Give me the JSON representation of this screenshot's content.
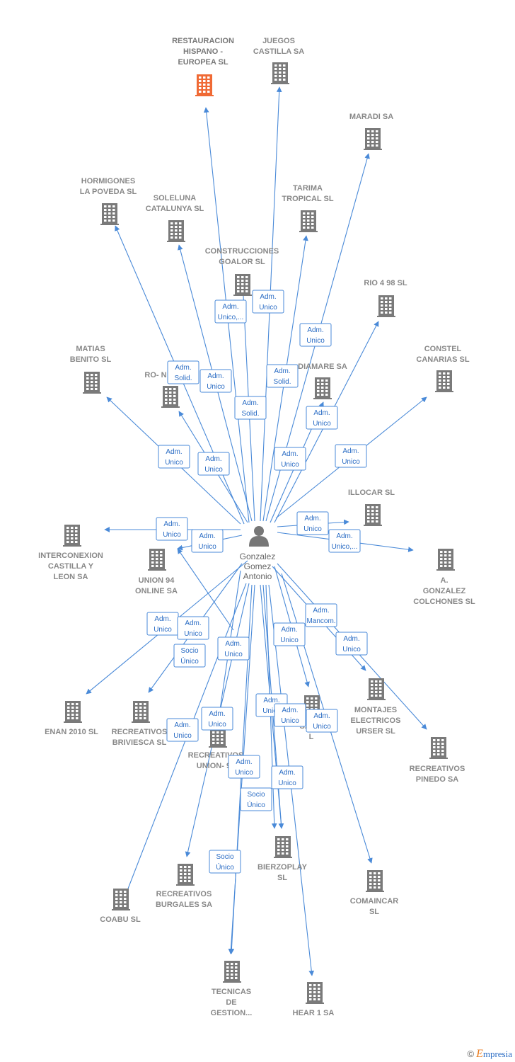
{
  "colors": {
    "edge": "#4a8ad8",
    "building": "#7a7a7a",
    "highlight": "#f06a35",
    "person": "#777777"
  },
  "center": {
    "name_lines": [
      "Gonzalez",
      "Gomez",
      "Antonio"
    ],
    "icon": "person-icon"
  },
  "companies": [
    {
      "id": "restauracion",
      "lines": [
        "RESTAURACION",
        "HISPANO -",
        "EUROPEA  SL"
      ],
      "highlight": true
    },
    {
      "id": "juegos",
      "lines": [
        "JUEGOS",
        "CASTILLA SA"
      ]
    },
    {
      "id": "maradi",
      "lines": [
        "MARADI SA"
      ]
    },
    {
      "id": "hormigones",
      "lines": [
        "HORMIGONES",
        "LA POVEDA SL"
      ]
    },
    {
      "id": "soleluna",
      "lines": [
        "SOLELUNA",
        "CATALUNYA SL"
      ]
    },
    {
      "id": "tarima",
      "lines": [
        "TARIMA",
        "TROPICAL SL"
      ]
    },
    {
      "id": "construcciones",
      "lines": [
        "CONSTRUCCIONES",
        "GOALOR SL"
      ]
    },
    {
      "id": "rio498",
      "lines": [
        "RIO 4 98  SL"
      ]
    },
    {
      "id": "matias",
      "lines": [
        "MATIAS",
        "BENITO SL"
      ]
    },
    {
      "id": "ro",
      "lines": [
        "RO- N"
      ]
    },
    {
      "id": "diamare",
      "lines": [
        "DIAMARE SA"
      ]
    },
    {
      "id": "constel",
      "lines": [
        "CONSTEL",
        "CANARIAS  SL"
      ]
    },
    {
      "id": "illocar",
      "lines": [
        "ILLOCAR SL"
      ]
    },
    {
      "id": "interconexion",
      "lines": [
        "INTERCONEXION",
        "CASTILLA Y",
        "LEON SA"
      ]
    },
    {
      "id": "union94",
      "lines": [
        "UNION 94",
        "ONLINE SA"
      ]
    },
    {
      "id": "agonzalez",
      "lines": [
        "A.",
        "GONZALEZ",
        "COLCHONES SL"
      ]
    },
    {
      "id": "enan",
      "lines": [
        "ENAN 2010 SL"
      ]
    },
    {
      "id": "briviesca",
      "lines": [
        "RECREATIVOS",
        "BRIVIESCA SL"
      ]
    },
    {
      "id": "union94r",
      "lines": [
        "RECREATIVOS",
        "UNION- 94"
      ]
    },
    {
      "id": "salai",
      "lines": [
        "SALAI",
        "L"
      ]
    },
    {
      "id": "montajes",
      "lines": [
        "MONTAJES",
        "ELECTRICOS",
        "URSER SL"
      ]
    },
    {
      "id": "pinedo",
      "lines": [
        "RECREATIVOS",
        "PINEDO SA"
      ]
    },
    {
      "id": "bierzoplay",
      "lines": [
        "BIERZOPLAY",
        "SL"
      ]
    },
    {
      "id": "burgales",
      "lines": [
        "RECREATIVOS",
        "BURGALES SA"
      ]
    },
    {
      "id": "comaincar",
      "lines": [
        "COMAINCAR",
        "SL"
      ]
    },
    {
      "id": "coabu",
      "lines": [
        "COABU SL"
      ]
    },
    {
      "id": "tecnicas",
      "lines": [
        "TECNICAS",
        "DE",
        "GESTION..."
      ]
    },
    {
      "id": "hear1",
      "lines": [
        "HEAR 1 SA"
      ]
    }
  ],
  "relations": [
    {
      "to": "restauracion",
      "lines": [
        "Adm.",
        "Unico,..."
      ]
    },
    {
      "to": "juegos",
      "lines": [
        "Adm.",
        "Unico"
      ]
    },
    {
      "to": "maradi",
      "lines": [
        "Adm.",
        "Unico"
      ]
    },
    {
      "to": "hormigones",
      "lines": [
        "Adm.",
        "Solid."
      ]
    },
    {
      "to": "soleluna",
      "lines": [
        "Adm.",
        "Unico"
      ]
    },
    {
      "to": "construcciones",
      "lines": [
        "Adm.",
        "Solid."
      ]
    },
    {
      "to": "tarima",
      "lines": [
        "Adm.",
        "Solid."
      ]
    },
    {
      "to": "rio498",
      "lines": [
        "Adm.",
        "Unico"
      ]
    },
    {
      "to": "matias",
      "lines": [
        "Adm.",
        "Unico"
      ]
    },
    {
      "to": "ro",
      "lines": [
        "Adm.",
        "Unico"
      ]
    },
    {
      "to": "diamare",
      "lines": [
        "Adm.",
        "Unico"
      ]
    },
    {
      "to": "constel",
      "lines": [
        "Adm.",
        "Unico"
      ]
    },
    {
      "to": "interconexion",
      "lines": [
        "Adm.",
        "Unico"
      ]
    },
    {
      "to": "union94",
      "lines": [
        "Adm.",
        "Unico"
      ]
    },
    {
      "to": "illocar",
      "lines": [
        "Adm.",
        "Unico"
      ]
    },
    {
      "to": "agonzalez",
      "lines": [
        "Adm.",
        "Unico,..."
      ]
    },
    {
      "to": "enan",
      "lines": [
        "Adm.",
        "Unico"
      ]
    },
    {
      "to": "briviesca",
      "lines": [
        "Adm.",
        "Unico"
      ]
    },
    {
      "to": "union94",
      "lines": [
        "Socio",
        "Único"
      ]
    },
    {
      "to": "union94r",
      "lines": [
        "Adm.",
        "Unico"
      ]
    },
    {
      "to": "salai",
      "lines": [
        "Adm.",
        "Mancom."
      ]
    },
    {
      "to": "montajes",
      "lines": [
        "Adm.",
        "Unico"
      ]
    },
    {
      "to": "pinedo",
      "lines": [
        "Adm.",
        "Unico"
      ]
    },
    {
      "to": "comaincar",
      "lines": [
        "Adm.",
        "Unico"
      ]
    },
    {
      "to": "coabu",
      "lines": [
        "Adm.",
        "Unico"
      ]
    },
    {
      "to": "burgales",
      "lines": [
        "Adm.",
        "Unico"
      ]
    },
    {
      "to": "bierzoplay",
      "lines": [
        "Adm.",
        "Unico"
      ]
    },
    {
      "to": "bierzoplay",
      "lines": [
        "Adm.",
        "Unico"
      ]
    },
    {
      "to": "bierzoplay",
      "lines": [
        "Socio",
        "Único"
      ]
    },
    {
      "to": "tecnicas",
      "lines": [
        "Adm.",
        "Unico"
      ]
    },
    {
      "to": "tecnicas",
      "lines": [
        "Socio",
        "Único"
      ]
    },
    {
      "to": "hear1",
      "lines": [
        "Adm.",
        "Unico"
      ]
    }
  ],
  "footer": {
    "copyright": "©",
    "brand_initial": "E",
    "brand_rest": "mpresia"
  }
}
